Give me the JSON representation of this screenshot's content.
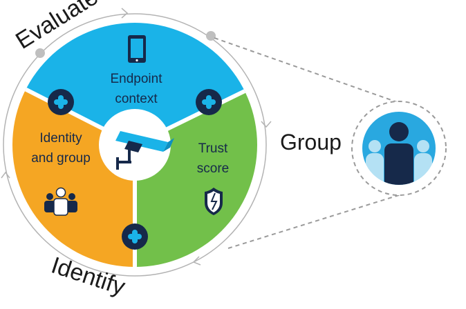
{
  "outer_labels": {
    "evaluate": "Evaluate",
    "identify": "Identify",
    "group": "Group"
  },
  "segments": {
    "endpoint": {
      "line1": "Endpoint",
      "line2": "context",
      "icon": "smartphone-icon",
      "color": "#1ab3e8"
    },
    "identity": {
      "line1": "Identity",
      "line2": "and group",
      "icon": "people-group-icon",
      "color": "#f5a623"
    },
    "trust": {
      "line1": "Trust",
      "line2": "score",
      "icon": "shield-crack-icon",
      "color": "#72c04a"
    }
  },
  "center": {
    "icon": "security-camera-icon"
  },
  "connectors": {
    "icon": "plus-circle-icon"
  },
  "group_badge": {
    "icon": "group-people-icon",
    "color": "#29a8e0"
  },
  "colors": {
    "navy": "#16294a",
    "ring": "#b3b3b3",
    "dashed": "#9a9a9a"
  }
}
